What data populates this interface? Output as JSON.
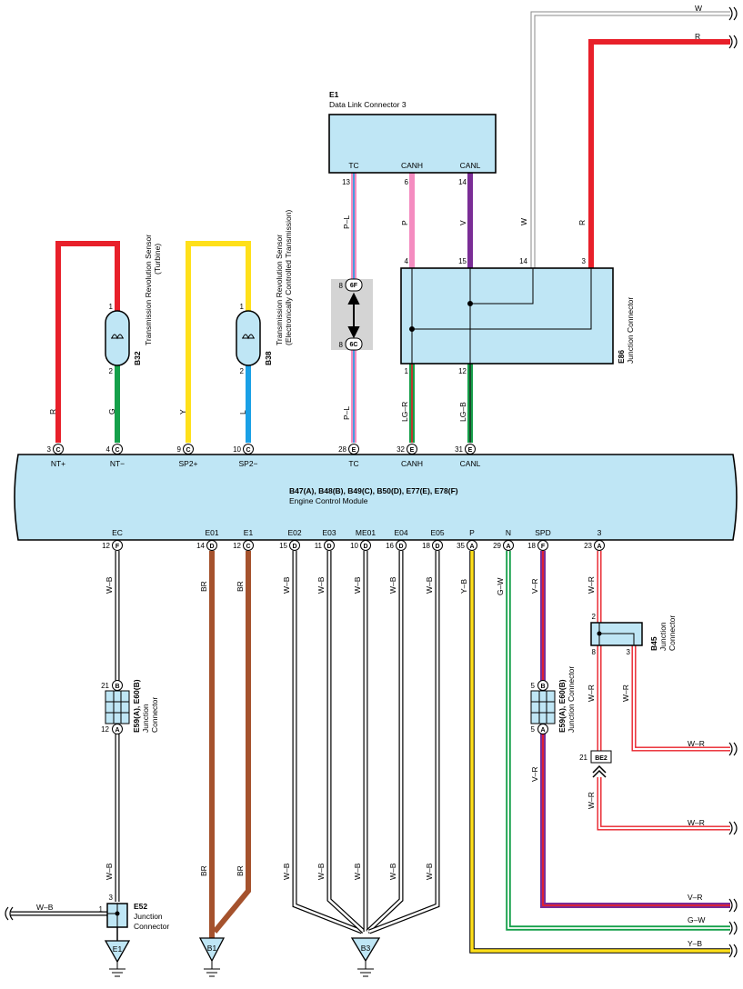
{
  "ecm": {
    "id": "B47(A), B48(B), B49(C), B50(D), E77(E), E78(F)",
    "name": "Engine Control Module",
    "top_pins": [
      {
        "num": "3",
        "conn": "C",
        "label": "NT+"
      },
      {
        "num": "4",
        "conn": "C",
        "label": "NT−"
      },
      {
        "num": "9",
        "conn": "C",
        "label": "SP2+"
      },
      {
        "num": "10",
        "conn": "C",
        "label": "SP2−"
      },
      {
        "num": "28",
        "conn": "E",
        "label": "TC"
      },
      {
        "num": "32",
        "conn": "E",
        "label": "CANH"
      },
      {
        "num": "31",
        "conn": "E",
        "label": "CANL"
      }
    ],
    "bottom_pins": [
      {
        "num": "12",
        "conn": "F",
        "label": "EC"
      },
      {
        "num": "14",
        "conn": "D",
        "label": "E01"
      },
      {
        "num": "12",
        "conn": "C",
        "label": "E1"
      },
      {
        "num": "15",
        "conn": "D",
        "label": "E02"
      },
      {
        "num": "11",
        "conn": "D",
        "label": "E03"
      },
      {
        "num": "10",
        "conn": "D",
        "label": "ME01"
      },
      {
        "num": "16",
        "conn": "D",
        "label": "E04"
      },
      {
        "num": "18",
        "conn": "D",
        "label": "E05"
      },
      {
        "num": "35",
        "conn": "A",
        "label": "P"
      },
      {
        "num": "29",
        "conn": "A",
        "label": "N"
      },
      {
        "num": "18",
        "conn": "F",
        "label": "SPD"
      },
      {
        "num": "23",
        "conn": "A",
        "label": "3"
      }
    ]
  },
  "dlc": {
    "id": "E1",
    "name": "Data Link Connector 3",
    "pins": [
      {
        "num": "13",
        "label": "TC"
      },
      {
        "num": "6",
        "label": "CANH"
      },
      {
        "num": "14",
        "label": "CANL"
      }
    ]
  },
  "e86": {
    "id": "E86",
    "name": "Junction Connector",
    "pins": [
      "4",
      "15",
      "14",
      "3",
      "1",
      "12"
    ]
  },
  "b32": {
    "id": "B32",
    "name": "Transmission Revolution Sensor",
    "sub": "(Turbine)",
    "pins": [
      "1",
      "2"
    ]
  },
  "b38": {
    "id": "B38",
    "name": "Transmission Revolution Sensor",
    "sub": "(Electronically Controlled Transmission)",
    "pins": [
      "1",
      "2"
    ]
  },
  "inline_connector": {
    "top": {
      "num": "8",
      "code": "6F"
    },
    "bottom": {
      "num": "8",
      "code": "6C"
    }
  },
  "e59_left": {
    "id": "E59(A), E60(B)",
    "name": "Junction",
    "name2": "Connector",
    "pins": [
      {
        "num": "21",
        "conn": "B"
      },
      {
        "num": "12",
        "conn": "A"
      }
    ]
  },
  "e59_right": {
    "id": "E59(A), E60(B)",
    "name": "Junction Connector",
    "pins": [
      {
        "num": "5",
        "conn": "B"
      },
      {
        "num": "5",
        "conn": "A"
      }
    ]
  },
  "b45": {
    "id": "B45",
    "name": "Junction",
    "name2": "Connector",
    "pins": [
      "2",
      "8",
      "3"
    ]
  },
  "be2": {
    "num": "21",
    "code": "BE2"
  },
  "e52": {
    "id": "E52",
    "name": "Junction",
    "name2": "Connector",
    "pins": [
      "3",
      "1"
    ]
  },
  "grounds": [
    "E1",
    "B1",
    "B3"
  ],
  "wire_labels": {
    "r": "R",
    "g": "G",
    "y": "Y",
    "l": "L",
    "pl": "P–L",
    "p": "P",
    "v": "V",
    "w": "W",
    "lgr": "LG–R",
    "lgb": "LG–B",
    "wb": "W–B",
    "br": "BR",
    "yb": "Y–B",
    "gw": "G–W",
    "vr": "V–R",
    "wr": "W–R"
  },
  "colors": {
    "module_fill": "#bfe6f5",
    "red": "#e8202a",
    "green": "#15a04a",
    "yellow": "#ffe01a",
    "blue": "#1aa0e6",
    "pink": "#f48cc0",
    "violet": "#7a2d96",
    "brown": "#a5522d",
    "gray": "#bdbdbd"
  }
}
